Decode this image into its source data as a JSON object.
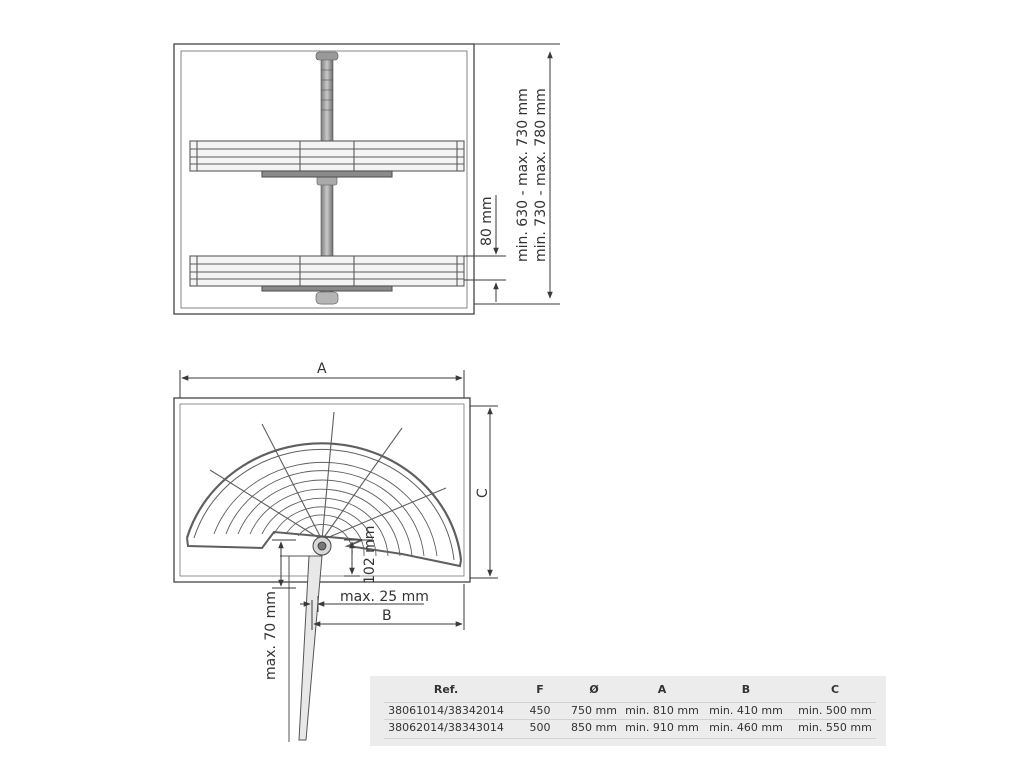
{
  "labels": {
    "side_height_range_1": "min. 630 - max. 730 mm",
    "side_height_range_2": "min. 730 - max. 780 mm",
    "side_shelf_gap": "80 mm",
    "top_A": "A",
    "top_B": "B",
    "top_C": "C",
    "top_depth": "102 mm",
    "top_max25": "max. 25 mm",
    "top_max70": "max. 70 mm"
  },
  "table": {
    "headers": [
      "Ref.",
      "F",
      "Ø",
      "A",
      "B",
      "C"
    ],
    "rows": [
      [
        "38061014/38342014",
        "450",
        "750 mm",
        "min. 810 mm",
        "min. 410 mm",
        "min. 500 mm"
      ],
      [
        "38062014/38343014",
        "500",
        "850 mm",
        "min. 910 mm",
        "min. 460 mm",
        "min. 550 mm"
      ]
    ]
  },
  "colors": {
    "line": "#3a3a3a",
    "wire": "#6b6b6b",
    "table_bg": "#ececec"
  }
}
